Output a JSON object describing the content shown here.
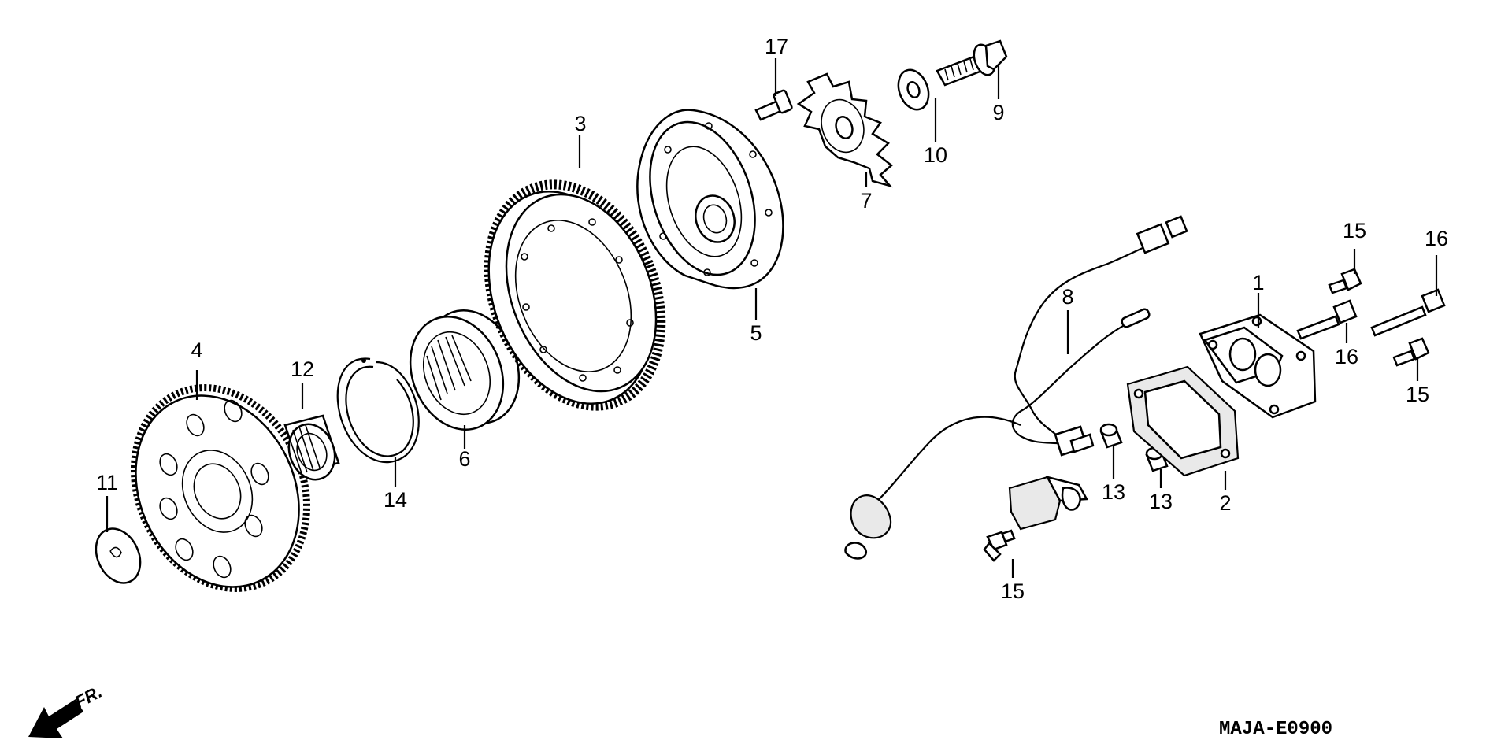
{
  "diagram": {
    "code": "MAJA-E0900",
    "front_label": "FR.",
    "callouts": [
      {
        "id": "c1",
        "label": "1"
      },
      {
        "id": "c2",
        "label": "2"
      },
      {
        "id": "c3",
        "label": "3"
      },
      {
        "id": "c4",
        "label": "4"
      },
      {
        "id": "c5",
        "label": "5"
      },
      {
        "id": "c6",
        "label": "6"
      },
      {
        "id": "c7",
        "label": "7"
      },
      {
        "id": "c8",
        "label": "8"
      },
      {
        "id": "c9",
        "label": "9"
      },
      {
        "id": "c10",
        "label": "10"
      },
      {
        "id": "c11",
        "label": "11"
      },
      {
        "id": "c12",
        "label": "12"
      },
      {
        "id": "c13a",
        "label": "13"
      },
      {
        "id": "c13b",
        "label": "13"
      },
      {
        "id": "c14",
        "label": "14"
      },
      {
        "id": "c15a",
        "label": "15"
      },
      {
        "id": "c15b",
        "label": "15"
      },
      {
        "id": "c15c",
        "label": "15"
      },
      {
        "id": "c16a",
        "label": "16"
      },
      {
        "id": "c16b",
        "label": "16"
      },
      {
        "id": "c17",
        "label": "17"
      }
    ]
  }
}
